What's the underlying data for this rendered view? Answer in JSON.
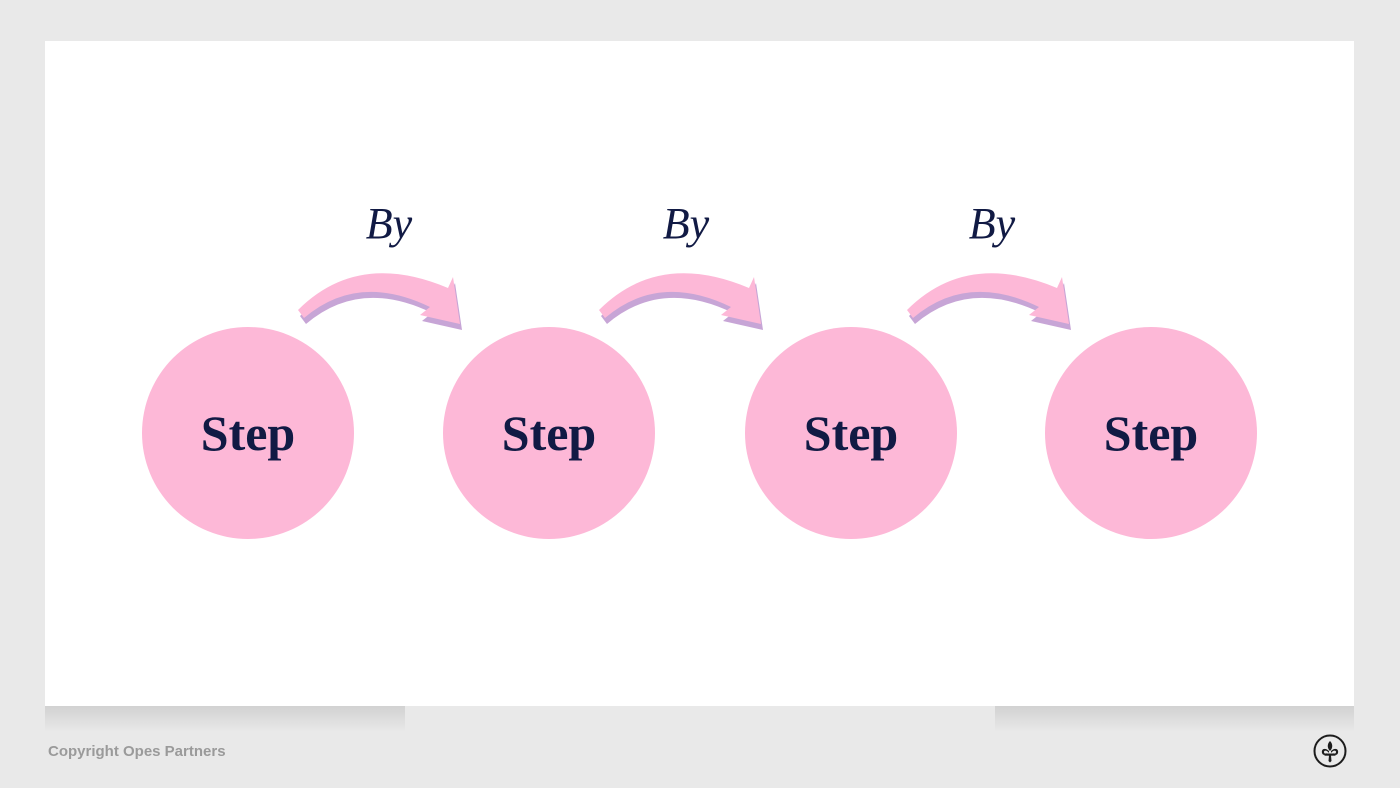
{
  "diagram": {
    "steps": [
      {
        "label": "Step"
      },
      {
        "label": "Step"
      },
      {
        "label": "Step"
      },
      {
        "label": "Step"
      }
    ],
    "connectors": [
      {
        "label": "By"
      },
      {
        "label": "By"
      },
      {
        "label": "By"
      }
    ]
  },
  "footer": {
    "copyright": "Copyright Opes Partners",
    "logo_icon": "fleur-de-lis-icon"
  },
  "colors": {
    "page_background": "#e9e9e9",
    "card_background": "#ffffff",
    "circle_fill": "#fdb8d7",
    "arrow_fill": "#fdb8d7",
    "arrow_shadow": "#c7a5d6",
    "text": "#111a44",
    "footer_text": "#9a9a9a"
  }
}
